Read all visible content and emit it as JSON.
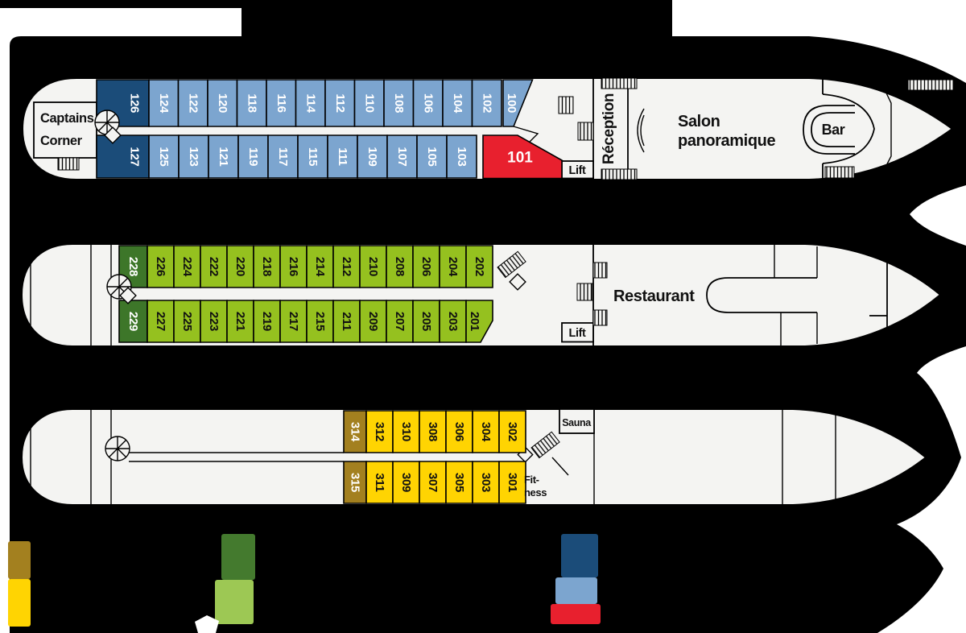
{
  "colors": {
    "background": "#000000",
    "page": "#ffffff",
    "hull": "#f4f4f2",
    "outline": "#000000",
    "cabin_blue": "#7ca5cf",
    "cabin_navy": "#1b4c79",
    "cabin_red": "#e8202e",
    "cabin_green": "#95c11f",
    "cabin_dark_green": "#3d7629",
    "cabin_yellow": "#ffd402",
    "cabin_olive": "#a3801f",
    "legend_olive": "#a3801f",
    "legend_yellow": "#ffd402",
    "legend_dark_green": "#447a2e",
    "legend_light_green": "#9dc854",
    "legend_navy": "#1b4c79",
    "legend_light_blue": "#7ca5cf",
    "legend_red": "#e8202e"
  },
  "decks": [
    {
      "name": "upper-deck",
      "labels": {
        "captains_corner_line1": "Captains",
        "captains_corner_line2": "Corner",
        "reception": "Réception",
        "salon_line1": "Salon",
        "salon_line2": "panoramique",
        "bar": "Bar",
        "lift": "Lift"
      },
      "cabins_top": [
        "126",
        "124",
        "122",
        "120",
        "118",
        "116",
        "114",
        "112",
        "110",
        "108",
        "106",
        "104",
        "102",
        "100"
      ],
      "cabins_bottom": [
        "127",
        "125",
        "123",
        "121",
        "119",
        "117",
        "115",
        "111",
        "109",
        "107",
        "105",
        "103"
      ],
      "cabin_red": "101"
    },
    {
      "name": "middle-deck",
      "labels": {
        "restaurant": "Restaurant",
        "lift": "Lift"
      },
      "cabins_top": [
        "228",
        "226",
        "224",
        "222",
        "220",
        "218",
        "216",
        "214",
        "212",
        "210",
        "208",
        "206",
        "204",
        "202"
      ],
      "cabins_bottom": [
        "229",
        "227",
        "225",
        "223",
        "221",
        "219",
        "217",
        "215",
        "211",
        "209",
        "207",
        "205",
        "203",
        "201"
      ]
    },
    {
      "name": "lower-deck",
      "labels": {
        "sauna": "Sauna",
        "fitness_line1": "Fit-",
        "fitness_line2": "ness"
      },
      "cabins_top": [
        "314",
        "312",
        "310",
        "308",
        "306",
        "304",
        "302"
      ],
      "cabins_bottom": [
        "315",
        "311",
        "309",
        "307",
        "305",
        "303",
        "301"
      ]
    }
  ],
  "legend": {
    "swatches": [
      {
        "name": "olive",
        "color": "#a3801f"
      },
      {
        "name": "yellow",
        "color": "#ffd402"
      },
      {
        "name": "dark-green",
        "color": "#447a2e"
      },
      {
        "name": "light-green",
        "color": "#9dc854"
      },
      {
        "name": "navy",
        "color": "#1b4c79"
      },
      {
        "name": "light-blue",
        "color": "#7ca5cf"
      },
      {
        "name": "red",
        "color": "#e8202e"
      }
    ]
  }
}
